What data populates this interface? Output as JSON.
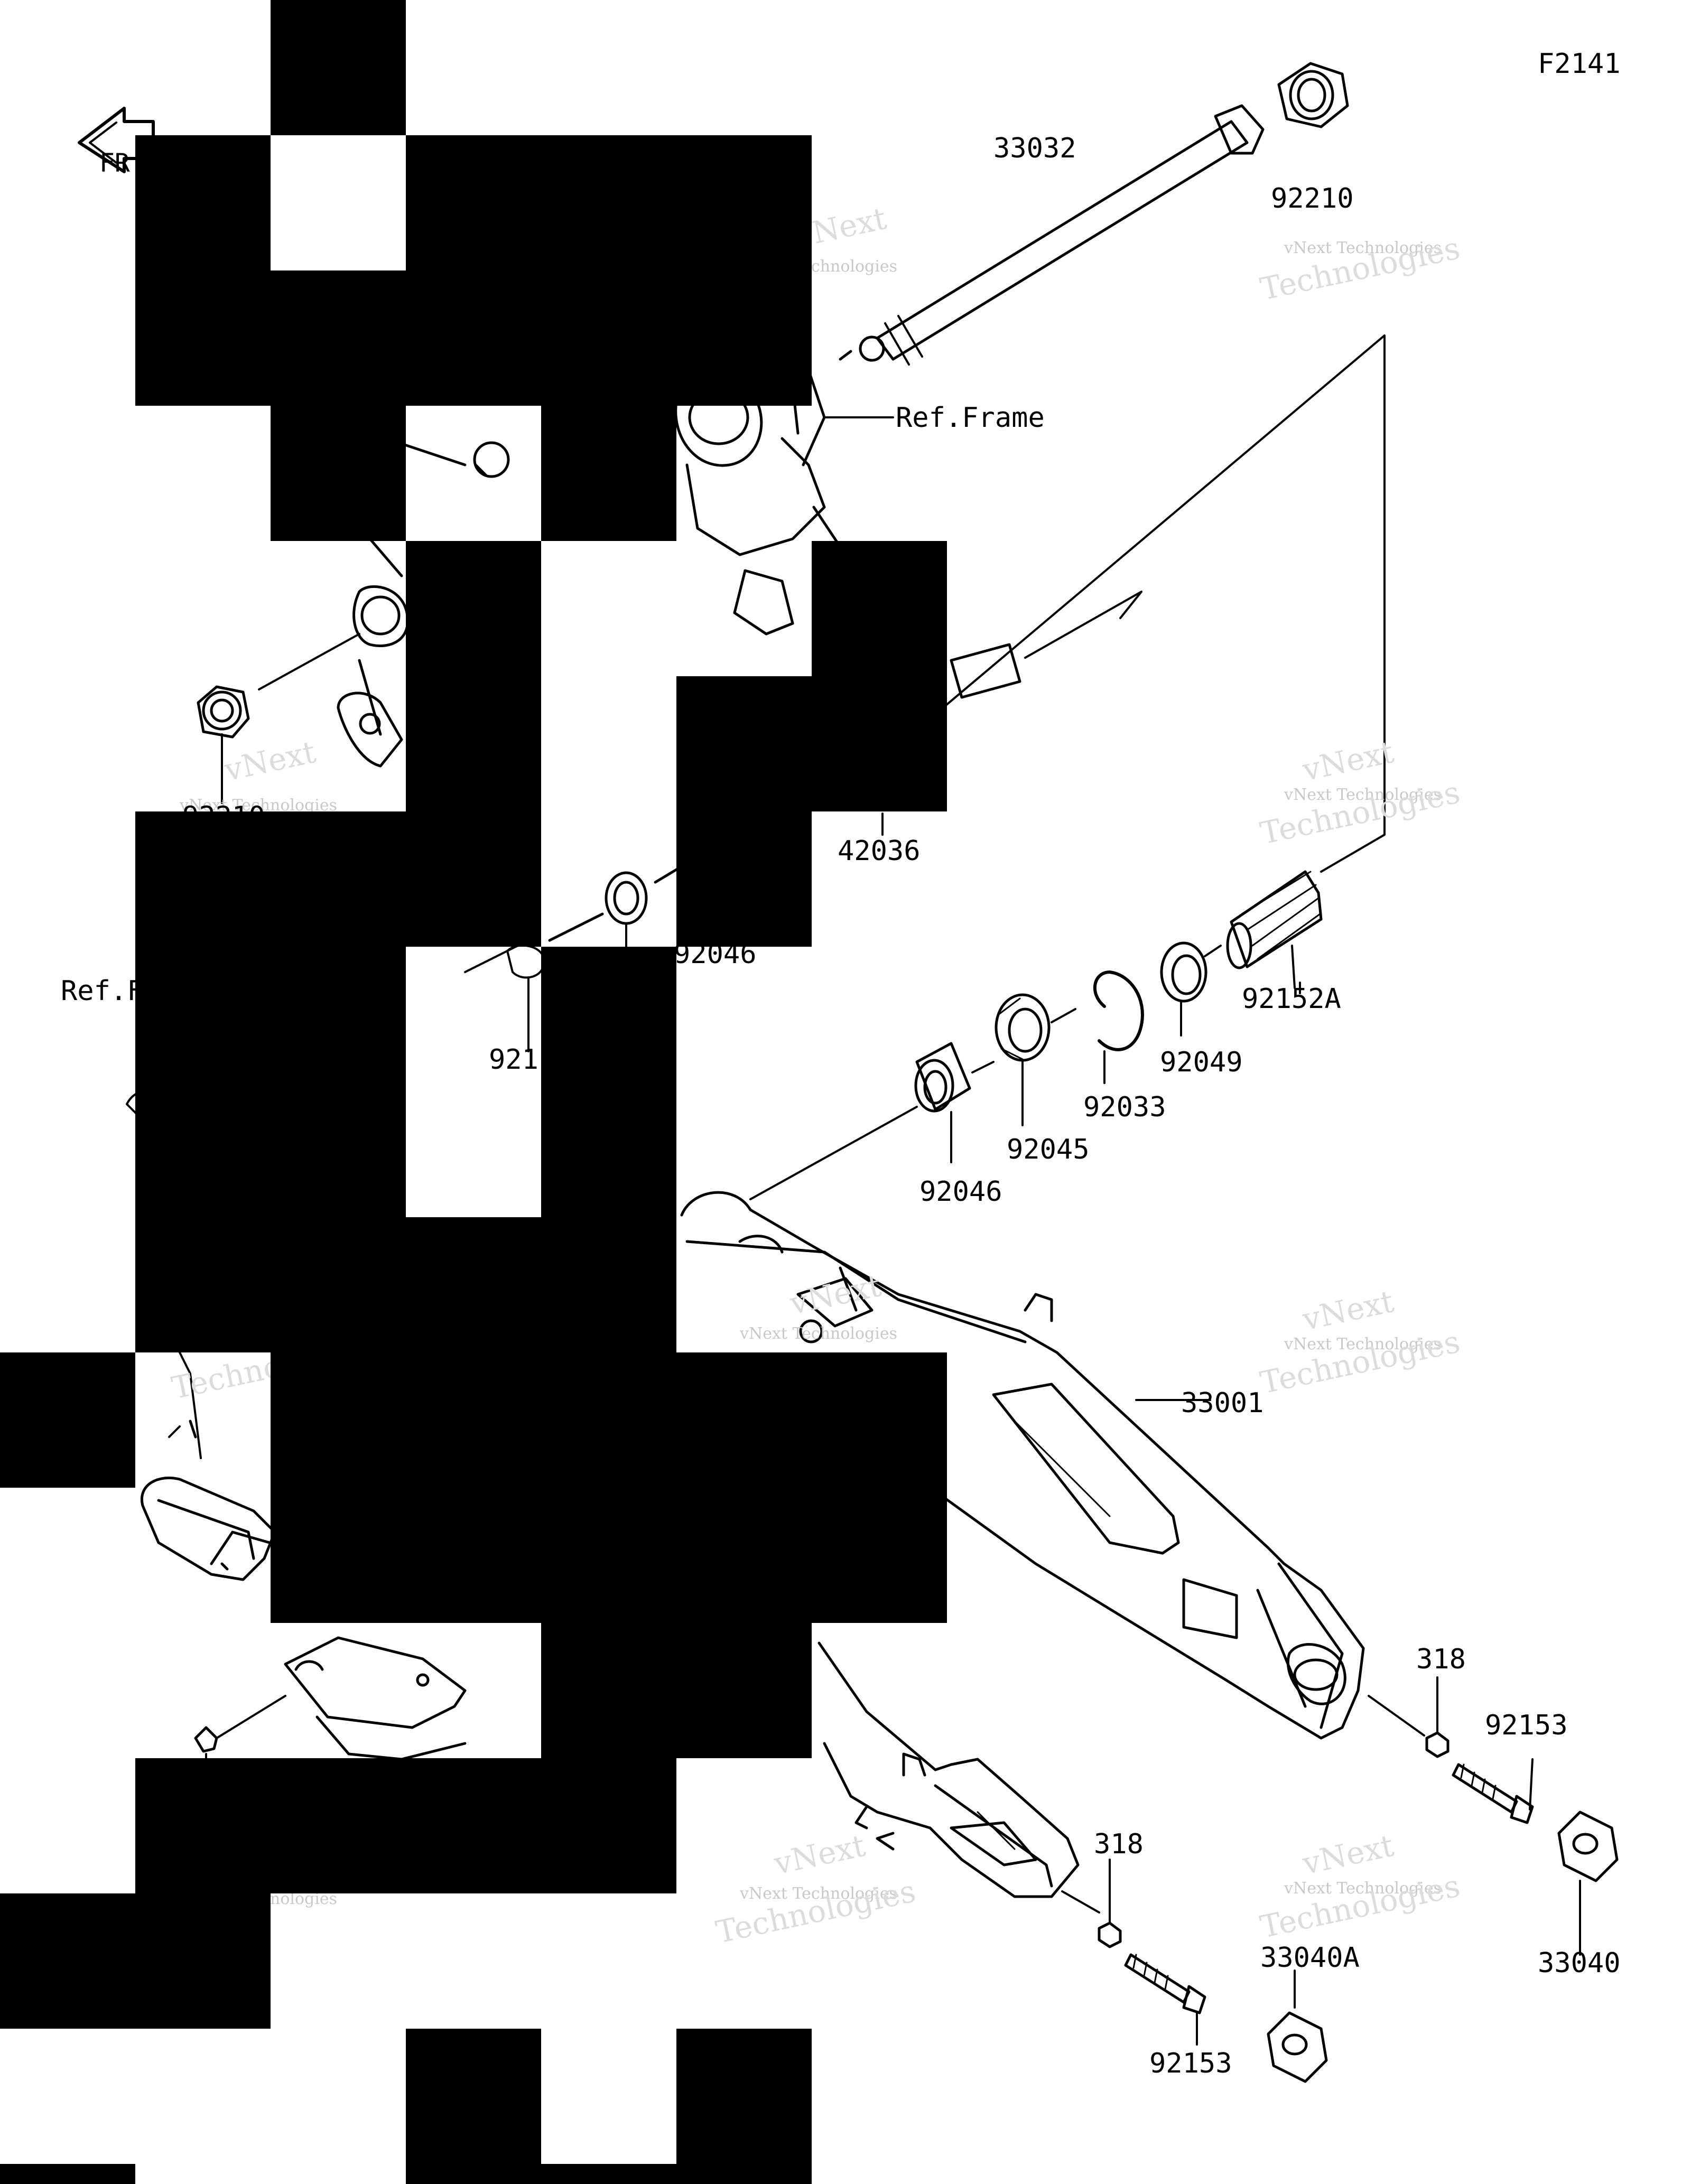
{
  "figure_code": "F2141",
  "front_marker": "FR",
  "labels": {
    "p33032": "33032",
    "p92210": "92210",
    "ref_frame": "Ref.Frame",
    "p92210b": "92210",
    "p42036": "42036",
    "p92046a": "92046",
    "ref_left": "Ref.F",
    "p921": "921",
    "p92152A": "92152A",
    "p92049": "92049",
    "p92033": "92033",
    "p92045": "92045",
    "p92046b": "92046",
    "p33001": "33001",
    "p318a": "318",
    "p92153a": "92153",
    "p318b": "318",
    "p33040": "33040",
    "p33040A": "33040A",
    "p92153b": "92153"
  },
  "watermark": {
    "line1": "vNext Technologies",
    "line2": "vNext",
    "line3": "Technologies"
  },
  "colors": {
    "ink": "#000000",
    "watermark": "#c8c8c8",
    "redaction": "#000000"
  }
}
